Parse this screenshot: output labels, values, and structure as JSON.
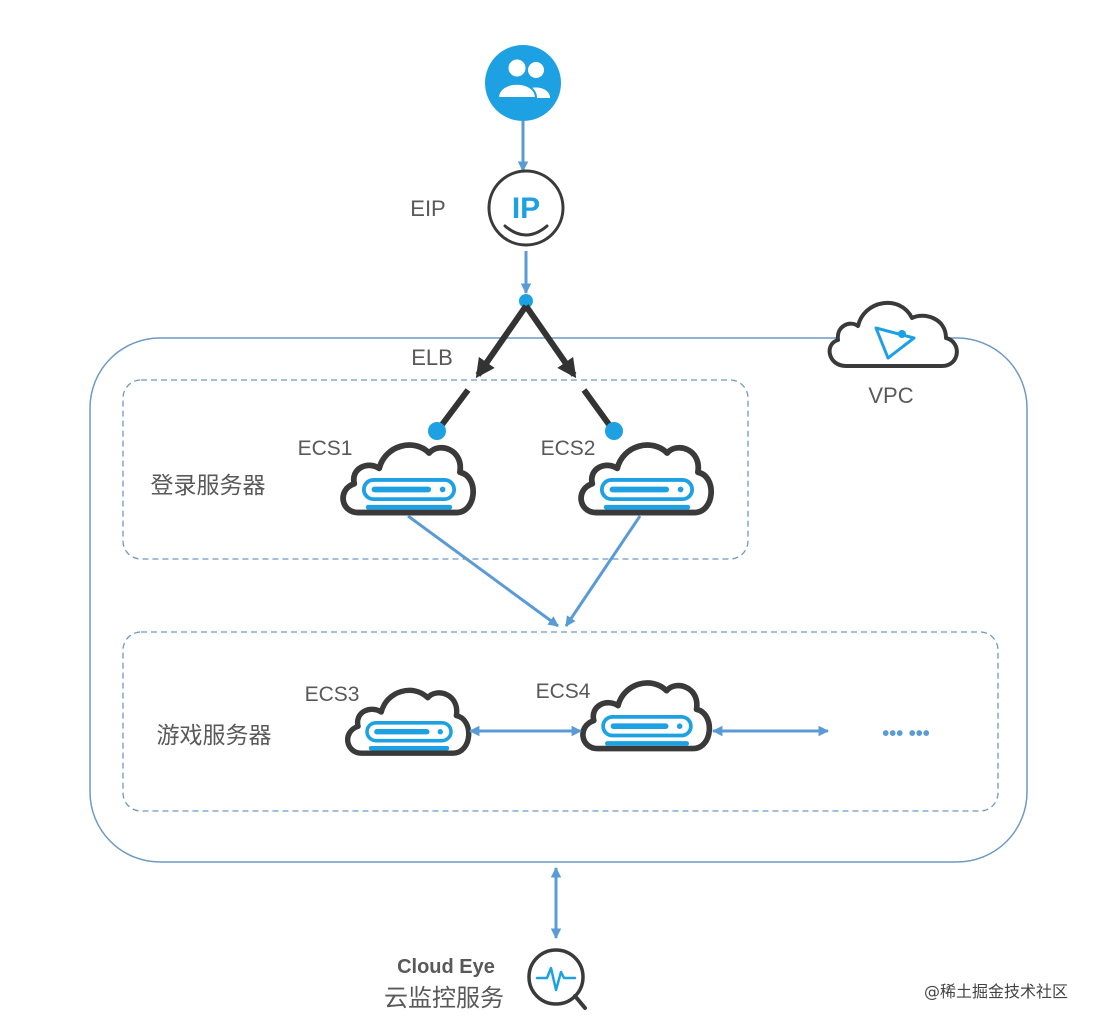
{
  "labels": {
    "eip": "EIP",
    "ip_badge": "IP",
    "elb": "ELB",
    "vpc": "VPC",
    "login_group": "登录服务器",
    "game_group": "游戏服务器",
    "ecs1": "ECS1",
    "ecs2": "ECS2",
    "ecs3": "ECS3",
    "ecs4": "ECS4",
    "ellipsis": "•••  •••",
    "cloud_eye": "Cloud Eye",
    "cloud_eye_cn": "云监控服务",
    "watermark": "@稀土掘金技术社区"
  },
  "icons": {
    "users": "users-icon",
    "eip": "ip-icon",
    "vpc": "vpc-cloud-icon",
    "server": "cloud-server-icon",
    "monitor": "cloud-eye-monitor-icon"
  },
  "colors": {
    "accent_blue": "#1da1e3",
    "connector_blue": "#5b9bd5",
    "elb_dark": "#333333",
    "outline_dark": "#3a3a3a",
    "label_gray": "#595959",
    "boundary_blue": "#6d99c4"
  }
}
